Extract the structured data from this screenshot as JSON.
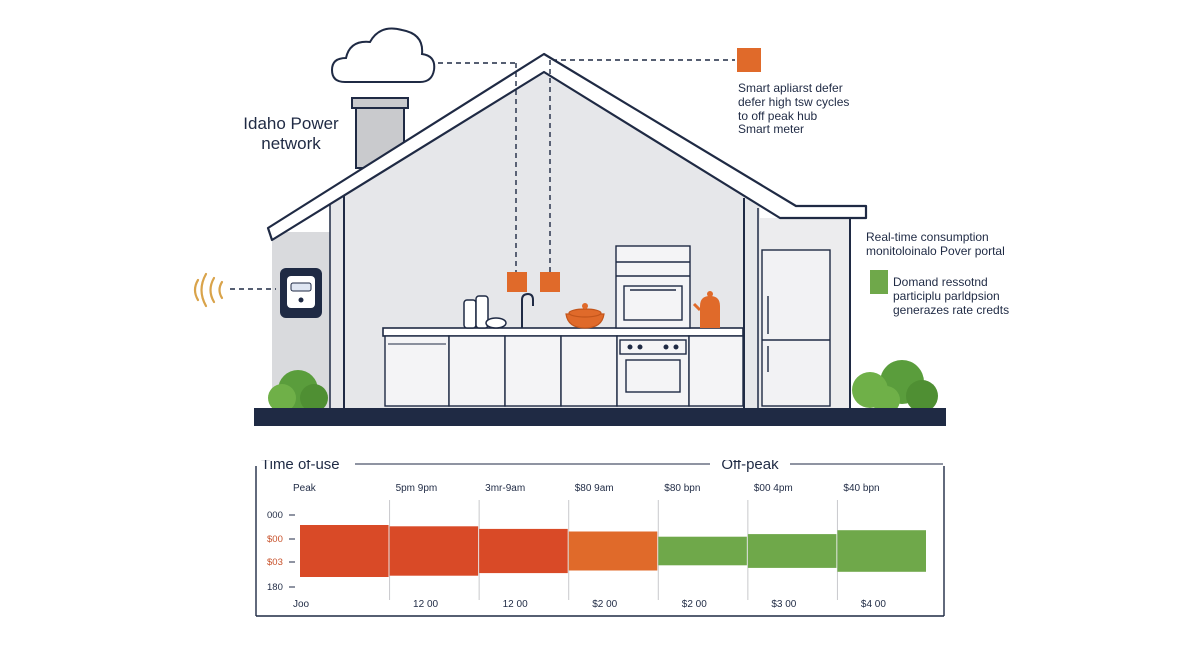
{
  "labels": {
    "network": "Idaho Power network",
    "smart_appliances": [
      "Smart apliarst defer",
      "defer high tsw cycles",
      "to off peak hub",
      "Smart meter"
    ],
    "realtime": [
      "Real-time consumption",
      "monitoloinalo Pover portal"
    ],
    "demand_response": [
      "Domand ressotnd",
      "participlu parldpsion",
      "generazes rate credts"
    ]
  },
  "colors": {
    "navy": "#1f2a44",
    "wall": "#e6e7ea",
    "orange": "#e06a2a",
    "red_orange": "#d94a27",
    "green": "#6fa84a",
    "bush": "#5a9d3c",
    "wifi": "#d9a34a"
  },
  "icons": [
    "cloud-icon",
    "smart-meter-icon",
    "wifi-signal-icon",
    "faucet-icon",
    "kettle-icon",
    "pot-icon",
    "oven-icon",
    "refrigerator-icon",
    "dishwasher-icon"
  ],
  "chart_data": {
    "type": "bar",
    "title_left": "Time of-use",
    "title_right": "Off-peak",
    "top_labels": [
      "Peak",
      "5pm 9pm",
      "3mr-9am",
      "$80 9am",
      "$80 bpn",
      "$00 4pm",
      "$40 bpn"
    ],
    "y_tick_labels": [
      "000",
      "$00",
      "$03",
      "180"
    ],
    "x_tick_labels": [
      "Joo",
      "12 00",
      "12 00",
      "$2 00",
      "$2 00",
      "$3 00",
      "$4 00"
    ],
    "segments": [
      {
        "period": "peak",
        "color": "#d94a27",
        "level": 1.0
      },
      {
        "period": "peak",
        "color": "#d94a27",
        "level": 0.95
      },
      {
        "period": "peak",
        "color": "#d94a27",
        "level": 0.85
      },
      {
        "period": "mid",
        "color": "#e06a2a",
        "level": 0.75
      },
      {
        "period": "off-peak",
        "color": "#6fa84a",
        "level": 0.55
      },
      {
        "period": "off-peak",
        "color": "#6fa84a",
        "level": 0.65
      },
      {
        "period": "off-peak",
        "color": "#6fa84a",
        "level": 0.8
      }
    ]
  }
}
